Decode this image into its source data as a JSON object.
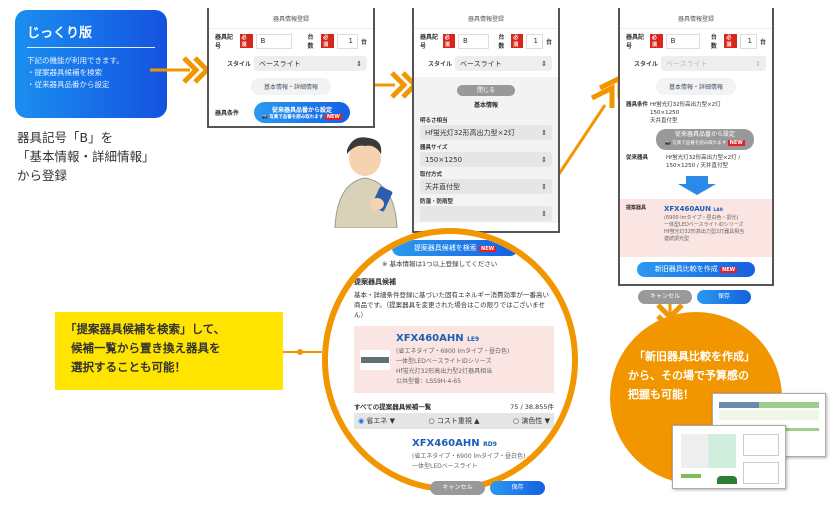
{
  "intro_card": {
    "title": "じっくり版",
    "lines": [
      "下記の機能が利用できます。",
      "・提案器具候補を検索",
      "・従来器具品番から設定"
    ]
  },
  "caption": [
    "器具記号「B」を",
    "「基本情報・詳細情報」",
    "から登録"
  ],
  "form": {
    "title": "器具情報登録",
    "symbol_label": "器具記号",
    "required": "必須",
    "symbol_value": "B",
    "count_label": "台数",
    "count_value": "1",
    "count_unit": "台",
    "style_label": "スタイル",
    "style_value": "ベースライト",
    "tab_label": "基本情報・詳細情報",
    "condition_label": "器具条件",
    "from_model_button": "従来器具品番から設定",
    "photo_note": "写真で品番を読み取れます",
    "new": "NEW",
    "close_button": "閉じる",
    "basic_info": "基本情報",
    "fields": [
      {
        "label": "明るさ相当",
        "value": "Hf蛍光灯32形高出力型×2灯"
      },
      {
        "label": "器具サイズ",
        "value": "150×1250"
      },
      {
        "label": "取付方式",
        "value": "天井直付型"
      },
      {
        "label": "防湿・防雨型",
        "value": ""
      }
    ],
    "cancel": "キャンセル",
    "save": "保存"
  },
  "search": {
    "button": "提案器具候補を検索",
    "note": "※ 基本情報は1つ以上登録してください",
    "heading": "提案器具候補",
    "desc": "基本・詳細条件登録に基づいた固有エネルギー消費効率が一番高い商品です。（提案器具を変更された場合はこの限りではございません）",
    "product": {
      "model": "XFX460AHN",
      "suffix": "LE9",
      "lines": [
        "(省エネタイプ・6900 lmタイプ・昼白色)",
        "一体型LEDベースライトiDシリーズ",
        "Hf蛍光灯32形高出力型2灯器具相当",
        "公共型番：LSS9H-4-65"
      ]
    },
    "list_heading": "すべての提案器具候補一覧",
    "list_count": "75 / 38,855件",
    "sort_options": [
      {
        "label": "省エネ",
        "arrow": "▼",
        "selected": true
      },
      {
        "label": "コスト重視",
        "arrow": "▲",
        "selected": false
      },
      {
        "label": "演色性",
        "arrow": "▼",
        "selected": false
      }
    ],
    "second": {
      "model": "XFX460AHN",
      "suffix": "RD9",
      "lines": [
        "(省エネタイプ・6900 lmタイプ・昼白色)",
        "一体型LEDベースライト"
      ]
    }
  },
  "result": {
    "condition_lines": [
      "Hf蛍光灯32形高出力型×2灯",
      "150×1250",
      "天井直付型"
    ],
    "existing_label": "従来器具",
    "existing_value": "Hf蛍光灯32形高出力型×2灯 / 150×1250 / 天井直付型",
    "proposed_label": "提案器具",
    "proposed_model": "XFX460AUN",
    "proposed_suffix": "LA9",
    "proposed_lines": [
      "(6900 lmタイプ・昼白色・調光)",
      "一体型LEDベースライトiDシリーズ",
      "Hf蛍光灯32形高出力型2灯器具相当",
      "連続調光型"
    ],
    "compare_button": "新旧器具比較を作成"
  },
  "callout": [
    "「提案器具候補を検索」して、",
    "候補一覧から置き換え器具を",
    "選択することも可能！"
  ],
  "orange_note": [
    "「新旧器具比較を作成」",
    "から、その場で予算感の",
    "把握も可能！"
  ],
  "colors": {
    "accent": "#f29600",
    "blue": "#1a6fe8",
    "callout": "#ffe400",
    "required": "#d9261c"
  }
}
